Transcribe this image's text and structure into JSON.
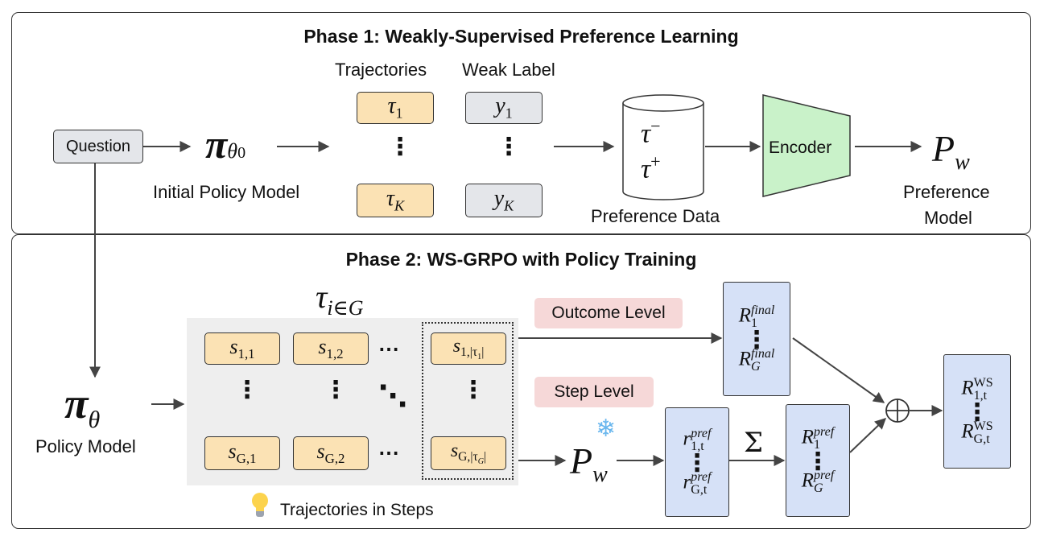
{
  "phase1": {
    "title": "Phase 1: Weakly-Supervised Preference Learning",
    "question_label": "Question",
    "initial_policy_symbol": "π",
    "initial_policy_sub": "θ",
    "initial_policy_subsub": "0",
    "initial_policy_label": "Initial Policy Model",
    "trajectories_header": "Trajectories",
    "weak_label_header": "Weak Label",
    "traj_first": {
      "sym": "τ",
      "sub": "1"
    },
    "traj_last": {
      "sym": "τ",
      "sub": "K"
    },
    "label_first": {
      "sym": "y",
      "sub": "1"
    },
    "label_last": {
      "sym": "y",
      "sub": "K"
    },
    "vdots": "⋮",
    "pref_neg": {
      "sym": "τ",
      "sup": "−"
    },
    "pref_pos": {
      "sym": "τ",
      "sup": "+"
    },
    "preference_data_label": "Preference Data",
    "encoder_label": "Encoder",
    "pref_model_symbol": "P",
    "pref_model_sub": "w",
    "pref_model_label_1": "Preference",
    "pref_model_label_2": "Model"
  },
  "phase2": {
    "title": "Phase 2: WS-GRPO with Policy Training",
    "group_symbol": "τ",
    "group_sub": "i∈G",
    "policy_symbol": "π",
    "policy_sub": "θ",
    "policy_label": "Policy Model",
    "steps": {
      "s11": {
        "sym": "s",
        "sub": "1,1"
      },
      "s12": {
        "sym": "s",
        "sub": "1,2"
      },
      "s1t": {
        "sym": "s",
        "sub": "1,|τ",
        "subsub": "1",
        "close": "|"
      },
      "sg1": {
        "sym": "s",
        "sub": "G,1"
      },
      "sg2": {
        "sym": "s",
        "sub": "G,2"
      },
      "sgt": {
        "sym": "s",
        "sub": "G,|τ",
        "subsub": "G",
        "close": "|"
      }
    },
    "hdots": "⋯",
    "ddots": "⋱",
    "vdots": "⋮",
    "trajectories_in_steps": "Trajectories in Steps",
    "outcome_level": "Outcome Level",
    "step_level": "Step Level",
    "frozen_pref_symbol": "P",
    "frozen_pref_sub": "w",
    "snowflake": "❄",
    "bulb_icon": "lightbulb-icon",
    "r_pref_top": {
      "sym": "r",
      "sup": "pref",
      "sub": "1,t"
    },
    "r_pref_bottom": {
      "sym": "r",
      "sup": "pref",
      "sub": "G,t"
    },
    "sum_symbol": "Σ",
    "R_pref_top": {
      "sym": "R",
      "sup": "pref",
      "sub": "1"
    },
    "R_pref_bottom": {
      "sym": "R",
      "sup": "pref",
      "sub": "G"
    },
    "R_final_top": {
      "sym": "R",
      "sup": "final",
      "sub": "1"
    },
    "R_final_bottom": {
      "sym": "R",
      "sup": "final",
      "sub": "G"
    },
    "oplus": "⊕",
    "R_ws_top": {
      "sym": "R",
      "sup": "WS",
      "sub": "1,t"
    },
    "R_ws_bottom": {
      "sym": "R",
      "sup": "WS",
      "sub": "G,t"
    }
  },
  "colors": {
    "trajectory_fill": "#fbe2b4",
    "label_fill": "#e4e6ea",
    "reward_fill": "#d6e1f7",
    "encoder_fill": "#c9f2c9",
    "chip_fill": "#f6d8d8",
    "step_area_fill": "#eeeeee"
  }
}
